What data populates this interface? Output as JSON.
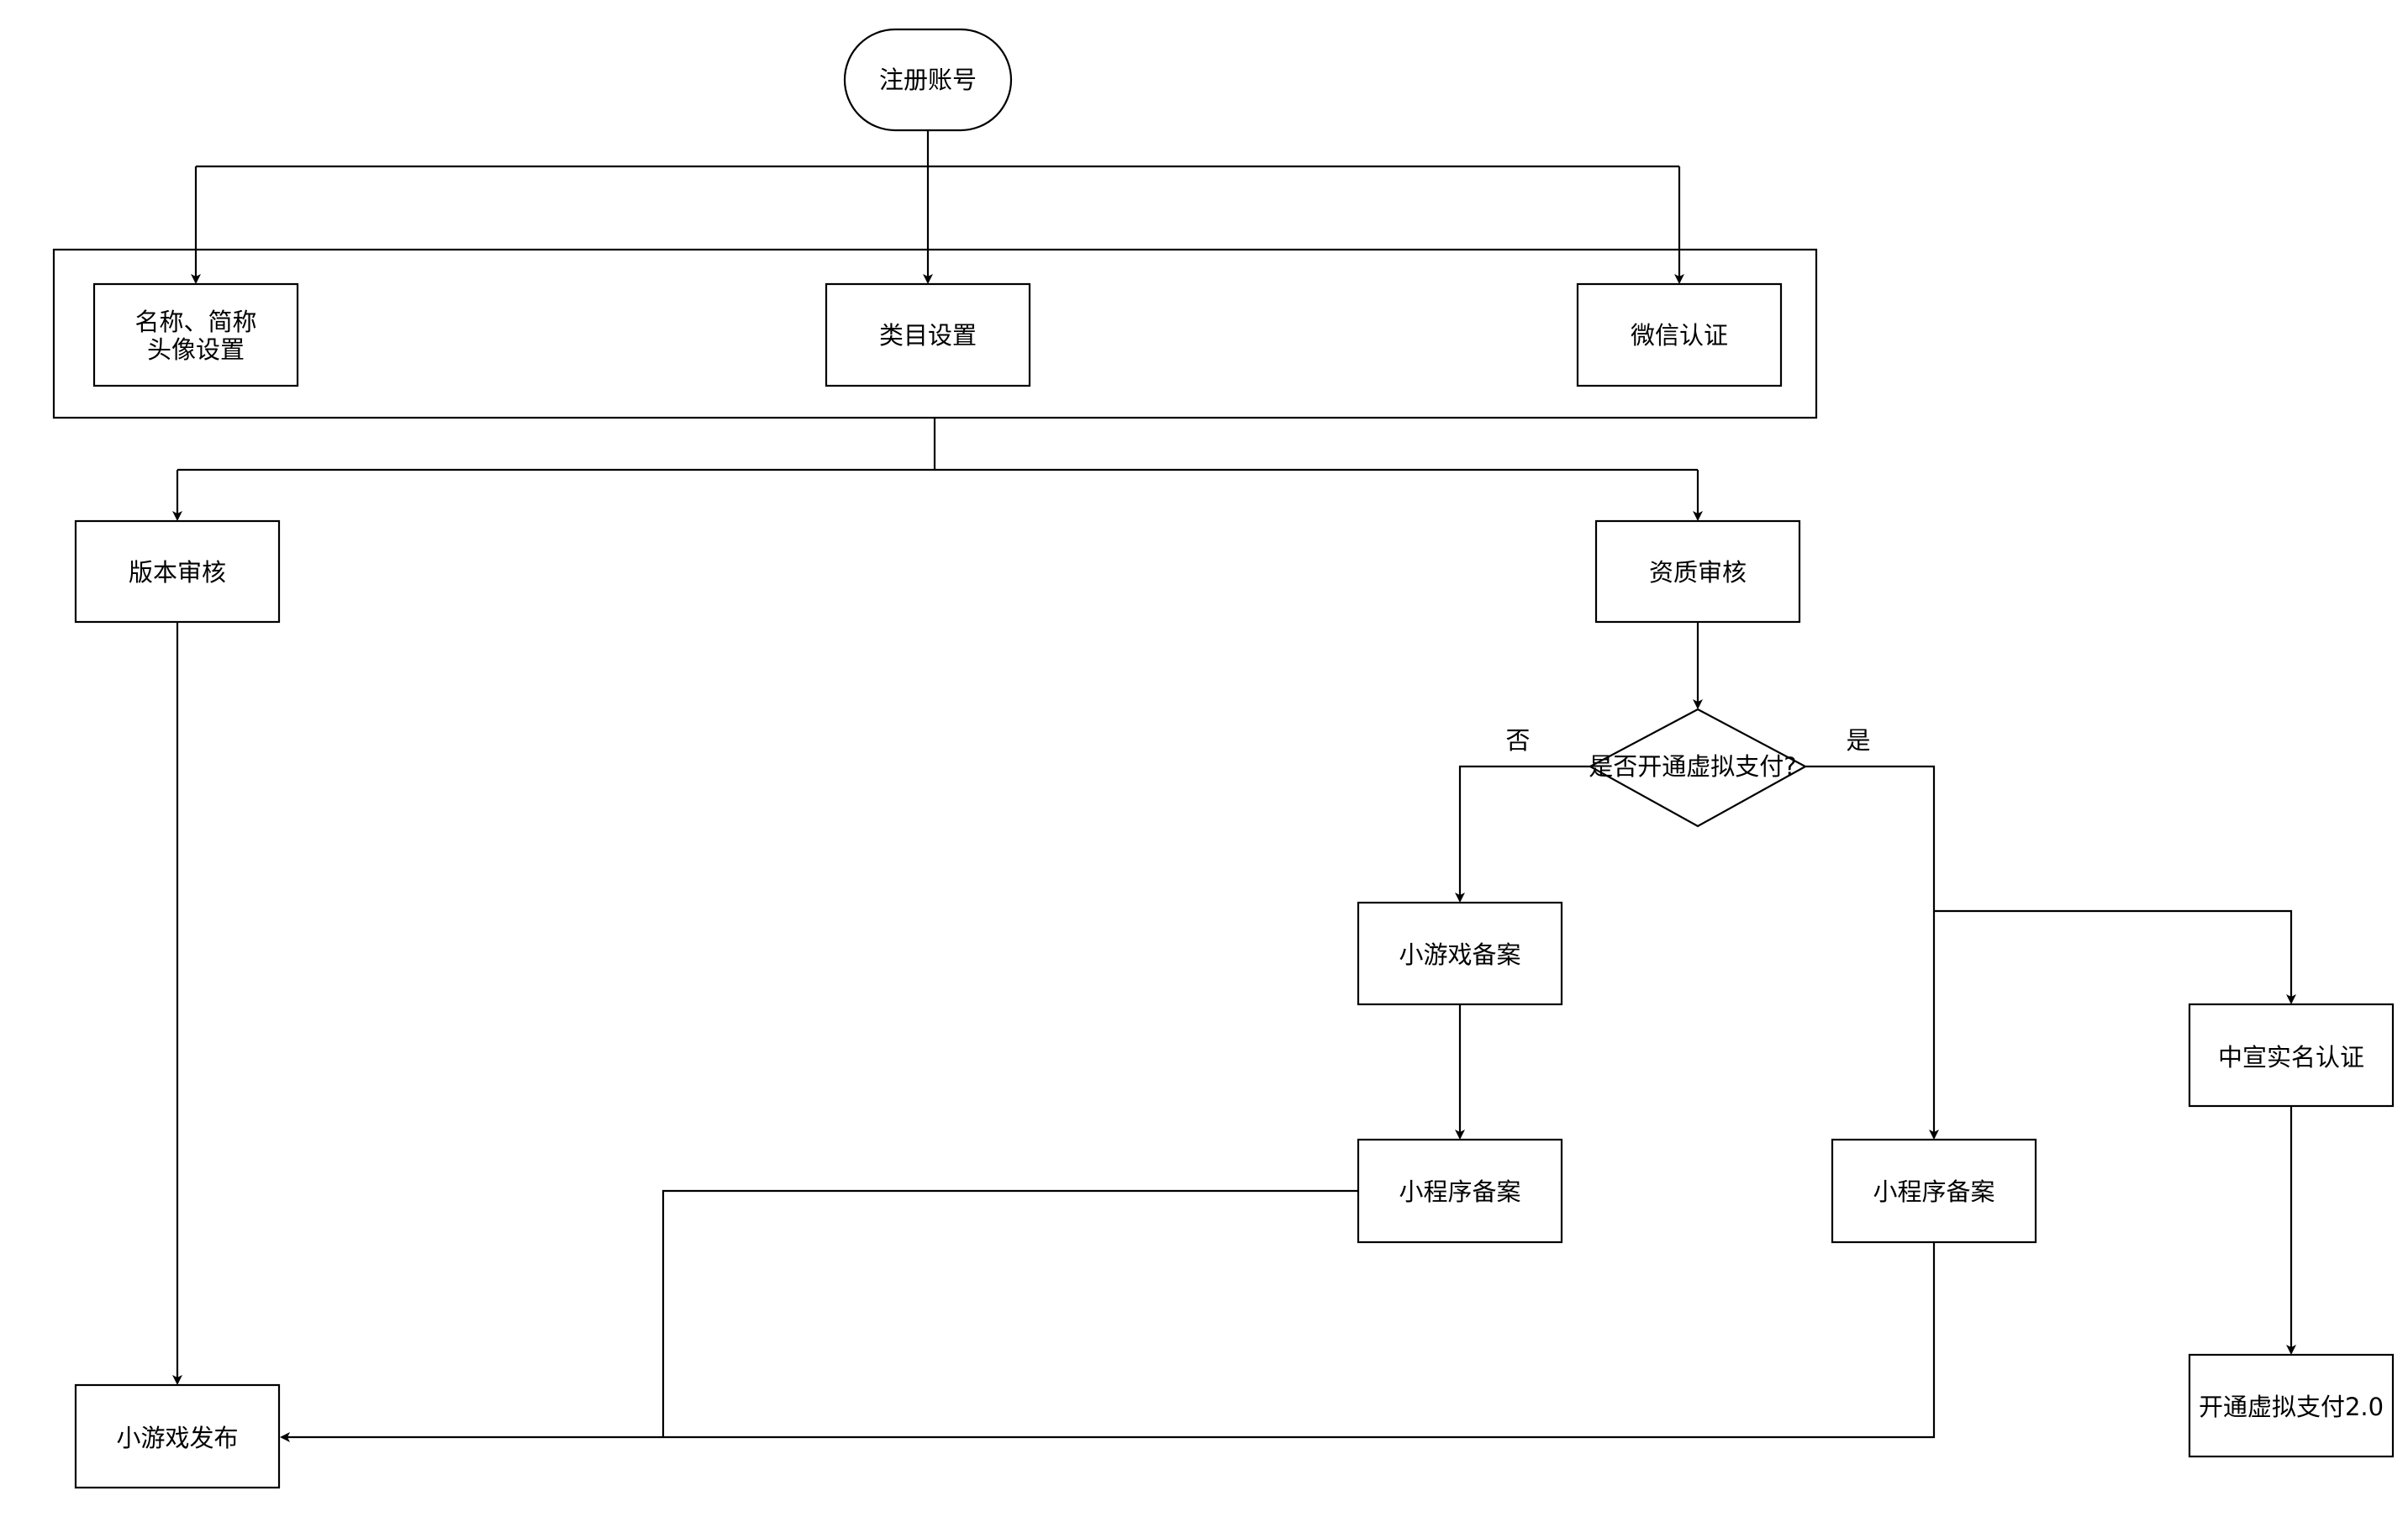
{
  "nodes": {
    "register": "注册账号",
    "name_avatar": [
      "名称、简称",
      "头像设置"
    ],
    "category": "类目设置",
    "wechat_verify": "微信认证",
    "version_review": "版本审核",
    "qualification_review": "资质审核",
    "decision": "是否开通虚拟支付?",
    "minigame_filing": "小游戏备案",
    "miniprogram_filing_left": "小程序备案",
    "miniprogram_filing_right": "小程序备案",
    "zhongxuan_realname": "中宣实名认证",
    "enable_virtual_pay": "开通虚拟支付2.0",
    "minigame_publish": "小游戏发布"
  },
  "edge_labels": {
    "no": "否",
    "yes": "是"
  },
  "colors": {
    "stroke": "#000000",
    "fill": "#ffffff"
  }
}
